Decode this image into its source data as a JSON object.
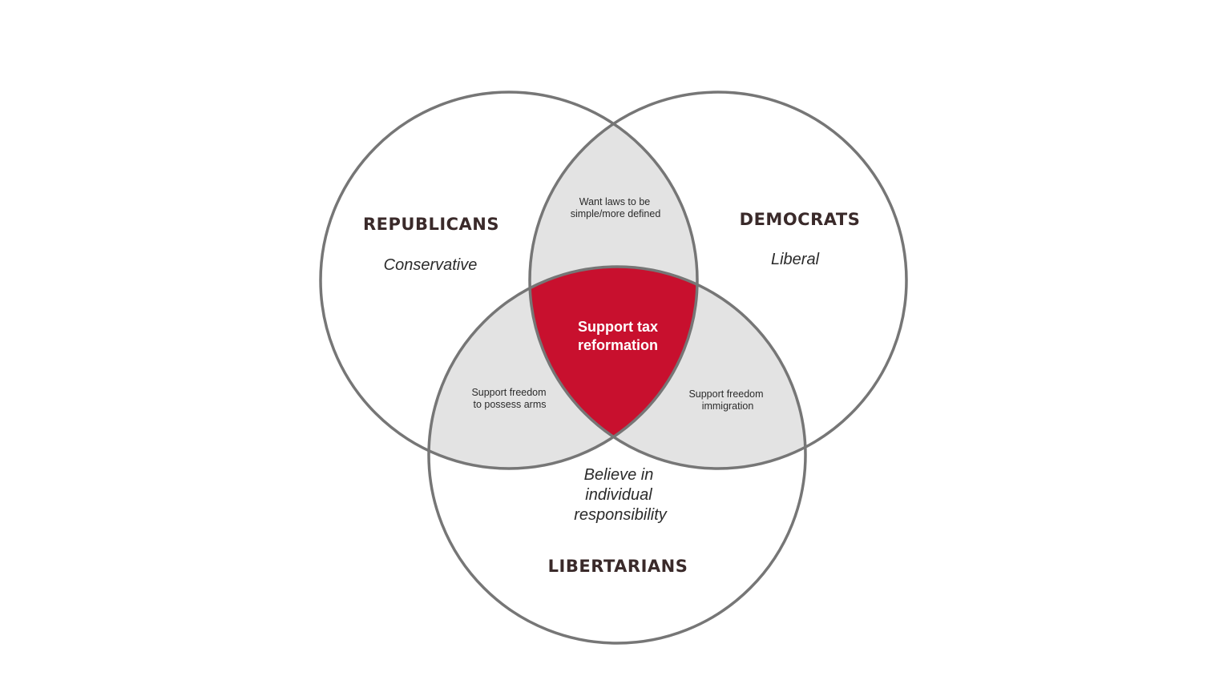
{
  "colors": {
    "outline": "#767676",
    "pairwise_overlap_fill": "#e3e3e3",
    "triple_overlap_fill": "#c8102e",
    "title_text": "#3a2a2a",
    "body_text": "#2b2b2b",
    "center_text": "#ffffff"
  },
  "sets": {
    "republicans": {
      "title": "REPUBLICANS",
      "description": "Conservative"
    },
    "democrats": {
      "title": "DEMOCRATS",
      "description": "Liberal"
    },
    "libertarians": {
      "title": "LIBERTARIANS",
      "description_lines": [
        "Believe in",
        "individual",
        "responsibility"
      ]
    }
  },
  "overlaps": {
    "republicans_democrats": [
      "Want laws to be",
      "simple/more defined"
    ],
    "republicans_libertarians": [
      "Support freedom",
      "to possess arms"
    ],
    "democrats_libertarians": [
      "Support freedom",
      "immigration"
    ],
    "all_three": [
      "Support tax",
      "reformation"
    ]
  }
}
